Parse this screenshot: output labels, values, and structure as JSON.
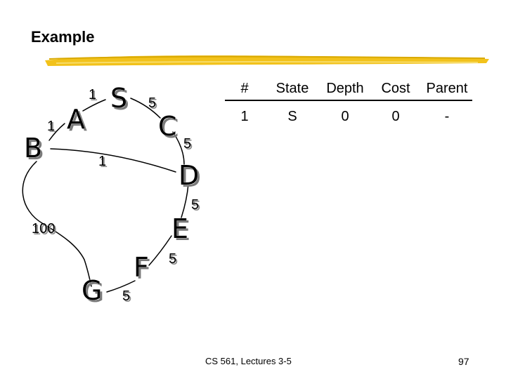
{
  "slide": {
    "title": "Example",
    "footer": "CS 561,  Lectures 3-5",
    "page_number": "97"
  },
  "graph": {
    "nodes": {
      "S": "S",
      "A": "A",
      "B": "B",
      "C": "C",
      "D": "D",
      "E": "E",
      "F": "F",
      "G": "G"
    },
    "edge_weights": {
      "S_A": "1",
      "A_B": "1",
      "S_C": "5",
      "B_D": "1",
      "C_D": "5",
      "D_E": "5",
      "B_G": "100",
      "E_F": "5",
      "F_G": "5"
    }
  },
  "table": {
    "headers": [
      "#",
      "State",
      "Depth",
      "Cost",
      "Parent"
    ],
    "rows": [
      [
        "1",
        "S",
        "0",
        "0",
        "-"
      ]
    ]
  }
}
